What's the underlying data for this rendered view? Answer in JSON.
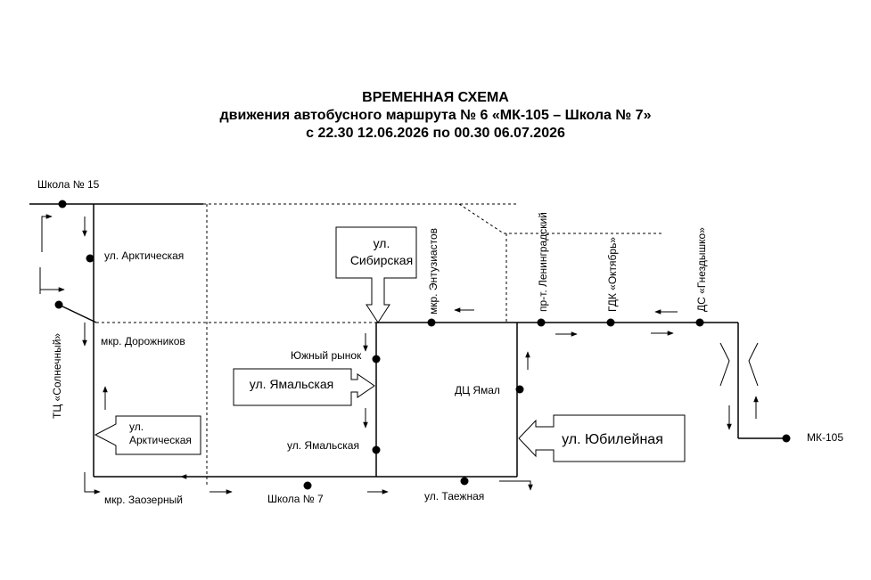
{
  "title": {
    "line1": "ВРЕМЕННАЯ СХЕМА",
    "line2": "движения автобусного маршрута № 6 «МК-105 – Школа № 7»",
    "line3": "с 22.30 12.06.2026 по 00.30 06.07.2026"
  },
  "stops": {
    "school15": "Школа № 15",
    "arkticheskaya": "ул. Арктическая",
    "dorozhnikov": "мкр. Дорожников",
    "solnechny": "ТЦ «Солнечный»",
    "zaozerny": "мкр. Заозерный",
    "school7": "Школа № 7",
    "taezhnaya": "ул. Таежная",
    "yamalskaya_stop": "ул. Ямальская",
    "yuzhny_rynok": "Южный рынок",
    "dc_yamal": "ДЦ Ямал",
    "entuziastov": "мкр. Энтузиастов",
    "leningradsky": "пр-т. Ленинградский",
    "gdk_oktyabr": "ГДК «Октябрь»",
    "ds_gnezdyshko": "ДС «Гнездышко»",
    "mk105": "МК-105"
  },
  "callouts": {
    "sibirskaya_1": "ул.",
    "sibirskaya_2": "Сибирская",
    "yamalskaya": "ул. Ямальская",
    "arkticheskaya_1": "ул.",
    "arkticheskaya_2": "Арктическая",
    "yubileynaya": "ул. Юбилейная"
  }
}
